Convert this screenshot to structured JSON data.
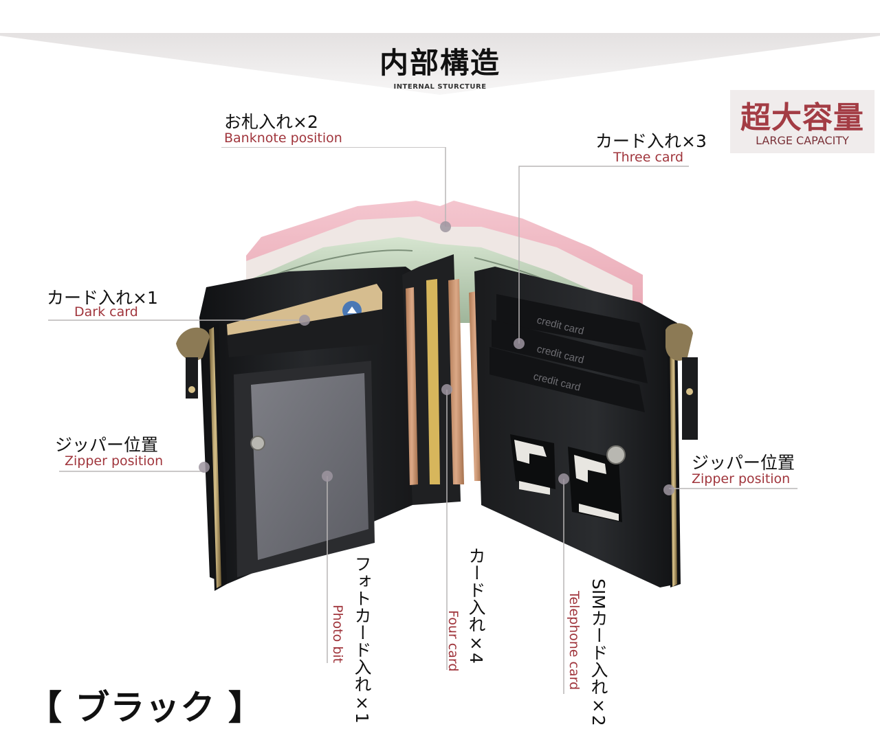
{
  "header": {
    "title_jp": "内部構造",
    "title_en": "INTERNAL STURCTURE"
  },
  "badge": {
    "title_jp": "超大容量",
    "title_en": "LARGE CAPACITY"
  },
  "labels": {
    "banknote": {
      "jp": "お札入れ×2",
      "en": "Banknote position"
    },
    "three_card": {
      "jp": "カード入れ×3",
      "en": "Three card"
    },
    "dark_card": {
      "jp": "カード入れ×1",
      "en": "Dark card"
    },
    "zipper_left": {
      "jp": "ジッパー位置",
      "en": "Zipper position"
    },
    "zipper_right": {
      "jp": "ジッパー位置",
      "en": "Zipper position"
    },
    "photo": {
      "jp": "フォトカード入れ×1",
      "en": "Photo bit"
    },
    "four_card": {
      "jp": "カード入れ×4",
      "en": "Four card"
    },
    "sim": {
      "jp": "SIMカード入れ×2",
      "en": "Telephone card"
    }
  },
  "slots": {
    "credit_card_text": "credit card"
  },
  "color_label": "【 ブラック 】",
  "colors": {
    "accent": "#a0353c",
    "wallet": "#1b1c1e",
    "badge_bg": "#f0ecec"
  }
}
